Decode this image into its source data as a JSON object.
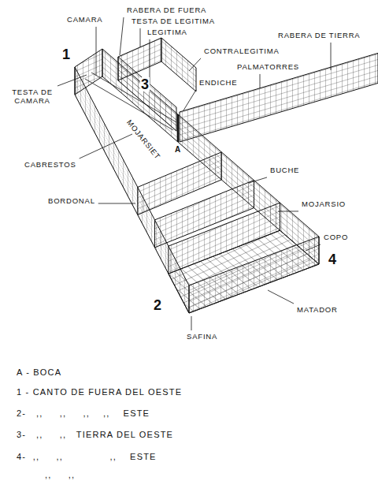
{
  "diagram": {
    "labels": [
      "CAMARA",
      "RABERA DE FUERA",
      "TESTA DE LEGITIMA",
      "LEGITIMA",
      "CONTRALEGITIMA",
      "1",
      "3",
      "TESTA DE CAMARA",
      "ENDICHE",
      "PALMATORRES",
      "RABERA DE TIERRA",
      "A",
      "MOJARSIET",
      "CABRESTOS",
      "BORDONAL",
      "BUCHE",
      "MOJARSIO",
      "COPO",
      "4",
      "2",
      "MATADOR",
      "SAFINA",
      "A - BOCA",
      "1 - CANTO DE FUERA DEL OESTE",
      "2-   ,,     ,,     ,,    ,,    ESTE",
      "3-   ,,     ,,   TIERRA DEL OESTE",
      "4-  ,,     ,,              ,,    ESTE",
      ",,     ,,"
    ]
  }
}
